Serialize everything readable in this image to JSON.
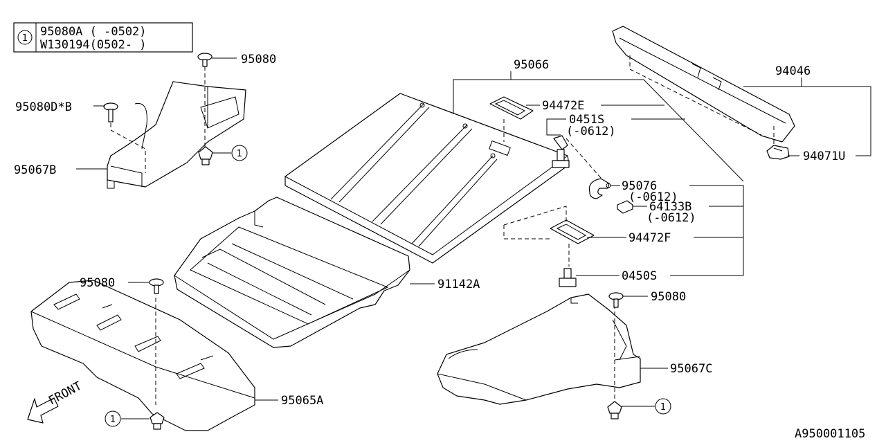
{
  "legend": {
    "ref_no": "1",
    "rows": [
      "95080A ( -0502)",
      "W130194(0502- )"
    ]
  },
  "callout_ref": "1",
  "front_label": "FRONT",
  "diagram_code": "A950001105",
  "labels": {
    "p95080_top": "95080",
    "p95080d_b": "95080D*B",
    "p95067b": "95067B",
    "p95066": "95066",
    "p94046": "94046",
    "p94472e": "94472E",
    "p0451s": "0451S",
    "p0451s_note": "(-0612)",
    "p94071u": "94071U",
    "p95076": "95076",
    "p95076_note": "(-0612)",
    "p64133b": "64133B",
    "p64133b_note": "(-0612)",
    "p94472f": "94472F",
    "p0450s": "0450S",
    "p91142a": "91142A",
    "p95080_left": "95080",
    "p95080_right": "95080",
    "p95067c": "95067C",
    "p95065a": "95065A"
  }
}
